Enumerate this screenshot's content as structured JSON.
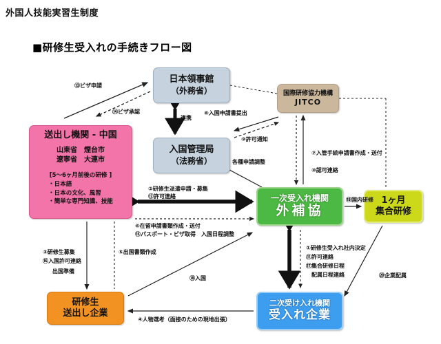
{
  "page": {
    "header_title": "外国人技能実習生制度",
    "flow_title": "■研修生受入れの手続きフロー図"
  },
  "nodes": {
    "consulate": {
      "line1": "日本領事館",
      "line2": "（外務省）"
    },
    "immigration": {
      "line1": "入国管理局",
      "line2": "（法務省）"
    },
    "jitco": {
      "line1": "国際研修協力機構",
      "line2": "JITCO"
    },
    "sending_org": {
      "title": "送出し機関 - 中国",
      "city1": "山東省　煙台市",
      "city2": "遼寧省　大連市",
      "bracket": "[5～6ヶ月前後の研修 ]",
      "bullet1": "・日本語",
      "bullet2": "・日本の文化、風習",
      "bullet3": "・簡単な専門知識、技能"
    },
    "primary_org": {
      "line1": "一次受入れ機関",
      "line2": "外補協"
    },
    "group_training": {
      "line1": "1ヶ月",
      "line2": "集合研修"
    },
    "secondary_org": {
      "line1": "二次受け入れ機関",
      "line2": "受入れ企業"
    },
    "dispatch_company": {
      "line1": "研修生",
      "line2": "送出し企業"
    }
  },
  "labels": {
    "visa_apply": "⑬ビザ申請",
    "visa_approve": "⑭ビザ承認",
    "cooperation": "連携",
    "entry_application": "⑧入国申請書提出",
    "permit_notice": "⑨許可通知",
    "various_adjustments": "各種申請調整",
    "immigration_docs": "⑦入管手続申請書作成・送付",
    "approval_notice": "⑩認可連絡",
    "trainee_dispatch_apply": "②研修生派遣申請・募集",
    "permit_contact_12": "⑫許可連絡",
    "residence_docs": "⑥在留申請書類作成・送付",
    "passport_visa": "⑮パスポート・ビザ取得　入国日程調整",
    "trainee_recruit": "③研修生募集",
    "entry_permit_contact": "⑯入国許可連絡",
    "departure_prep": "出国準備",
    "departure_docs": "⑤出国書類作成",
    "entry_japan": "⑱入国",
    "person_selection": "④人物選考（面接のための現地出張）",
    "internal_decision": "①研修生受入れ社内決定",
    "permit_contact_11": "⑪許可連絡",
    "group_training_schedule": "⑰集合研修日程",
    "assignment_schedule": "配属日程連絡",
    "domestic_training": "⑲国内研修",
    "company_assignment": "⑳企業配属"
  },
  "colors": {
    "sending_org": "#f274a8",
    "primary_org": "#4cb944",
    "secondary_org": "#3d9ef0",
    "dispatch_company": "#f29222",
    "group_training": "#ccd91a",
    "jitco": "#cbb79c",
    "gov_box": "#c6d2dd"
  }
}
